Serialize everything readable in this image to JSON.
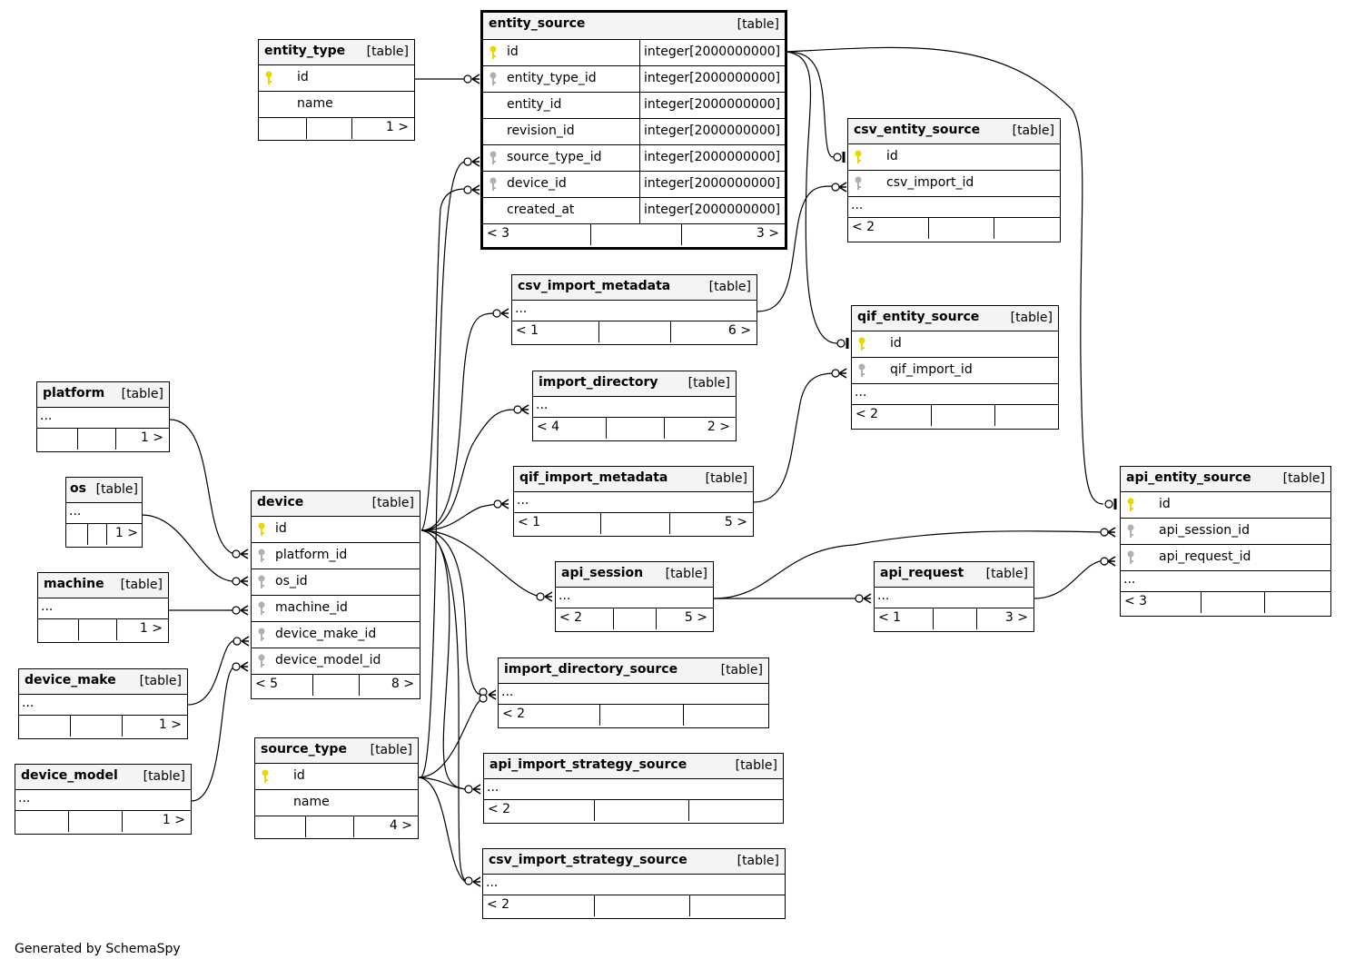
{
  "diagram_title": "",
  "credit": "Generated by SchemaSpy",
  "table_tag": "[table]",
  "tables": {
    "entity_type": {
      "name": "entity_type",
      "cols": [
        "id",
        "name"
      ],
      "foot": [
        "",
        "1 >"
      ]
    },
    "entity_source": {
      "name": "entity_source",
      "cols": [
        "id",
        "entity_type_id",
        "entity_id",
        "revision_id",
        "source_type_id",
        "device_id",
        "created_at"
      ],
      "type": "integer[2000000000]",
      "foot": [
        "< 3",
        "3 >"
      ]
    },
    "csv_entity_source": {
      "name": "csv_entity_source",
      "cols": [
        "id",
        "csv_import_id"
      ],
      "ellipsis": "...",
      "foot": [
        "< 2",
        ""
      ]
    },
    "csv_import_metadata": {
      "name": "csv_import_metadata",
      "ellipsis": "...",
      "foot": [
        "< 1",
        "6 >"
      ]
    },
    "qif_entity_source": {
      "name": "qif_entity_source",
      "cols": [
        "id",
        "qif_import_id"
      ],
      "ellipsis": "...",
      "foot": [
        "< 2",
        ""
      ]
    },
    "import_directory": {
      "name": "import_directory",
      "ellipsis": "...",
      "foot": [
        "< 4",
        "2 >"
      ]
    },
    "qif_import_metadata": {
      "name": "qif_import_metadata",
      "ellipsis": "...",
      "foot": [
        "< 1",
        "5 >"
      ]
    },
    "platform": {
      "name": "platform",
      "ellipsis": "...",
      "foot": [
        "",
        "1 >"
      ]
    },
    "os": {
      "name": "os",
      "ellipsis": "...",
      "foot": [
        "",
        "1 >"
      ]
    },
    "machine": {
      "name": "machine",
      "ellipsis": "...",
      "foot": [
        "",
        "1 >"
      ]
    },
    "device_make": {
      "name": "device_make",
      "ellipsis": "...",
      "foot": [
        "",
        "1 >"
      ]
    },
    "device_model": {
      "name": "device_model",
      "ellipsis": "...",
      "foot": [
        "",
        "1 >"
      ]
    },
    "device": {
      "name": "device",
      "cols": [
        "id",
        "platform_id",
        "os_id",
        "machine_id",
        "device_make_id",
        "device_model_id"
      ],
      "foot": [
        "< 5",
        "8 >"
      ]
    },
    "source_type": {
      "name": "source_type",
      "cols": [
        "id",
        "name"
      ],
      "foot": [
        "",
        "4 >"
      ]
    },
    "api_session": {
      "name": "api_session",
      "ellipsis": "...",
      "foot": [
        "< 2",
        "5 >"
      ]
    },
    "api_request": {
      "name": "api_request",
      "ellipsis": "...",
      "foot": [
        "< 1",
        "3 >"
      ]
    },
    "api_entity_source": {
      "name": "api_entity_source",
      "cols": [
        "id",
        "api_session_id",
        "api_request_id"
      ],
      "ellipsis": "...",
      "foot": [
        "< 3",
        ""
      ]
    },
    "import_directory_source": {
      "name": "import_directory_source",
      "ellipsis": "...",
      "foot": [
        "< 2",
        ""
      ]
    },
    "api_import_strategy_source": {
      "name": "api_import_strategy_source",
      "ellipsis": "...",
      "foot": [
        "< 2",
        ""
      ]
    },
    "csv_import_strategy_source": {
      "name": "csv_import_strategy_source",
      "ellipsis": "...",
      "foot": [
        "< 2",
        ""
      ]
    }
  },
  "colors": {
    "primary_key": "#e8d800",
    "foreign_key": "#b0b0b0",
    "header_bg": "#f4f4f4",
    "line": "#000000"
  },
  "icons": {
    "primary_key": "key-icon",
    "foreign_key": "key-icon"
  }
}
